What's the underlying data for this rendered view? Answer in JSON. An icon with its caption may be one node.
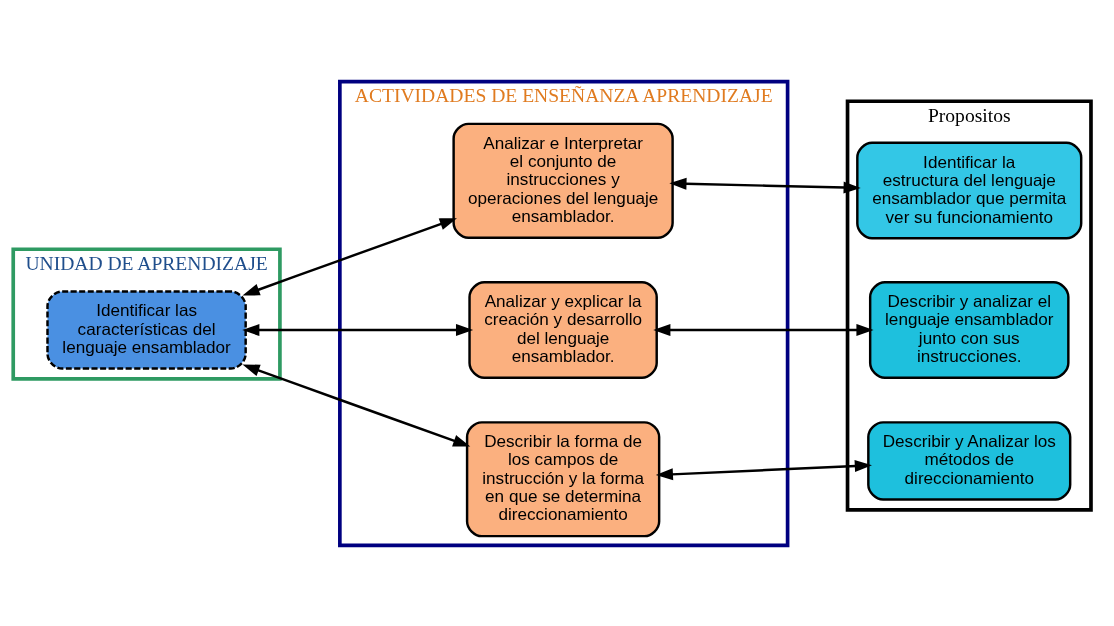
{
  "diagram": {
    "nodes": [
      {
        "text": [
          "UNIDAD DE APRENDIZAJE"
        ]
      },
      {
        "text": [
          "Identificar las características del lenguaje ensamblador"
        ],
        "in": 0
      },
      {
        "text": [
          "ACTIVIDADES DE ENSEÑANZA APRENDIZAJE"
        ]
      },
      {
        "text": [
          "Analizar e Interpretar el conjunto de instrucciones y operaciones del lenguaje ensamblador."
        ],
        "in": 2
      },
      {
        "text": [
          "Analizar y explicar la creación y desarrollo del lenguaje ensamblador."
        ],
        "in": 2
      },
      {
        "text": [
          "Describir la forma de los campos de instrucción y la forma en que se determina direccionamiento"
        ],
        "in": 2
      },
      {
        "text": [
          "Propositos"
        ]
      },
      {
        "text": [
          "Identificar la estructura del lenguaje ensamblador que permita ver su funcionamiento"
        ],
        "in": 6
      },
      {
        "text": [
          "Describir y analizar el lenguaje ensamblador junto con sus instrucciones."
        ],
        "in": 6
      },
      {
        "text": [
          "Describir y Analizar los métodos de direccionamiento"
        ],
        "in": 6
      }
    ],
    "edges": [
      {
        "from": 1,
        "to": 3,
        "arrow": "both"
      },
      {
        "from": 1,
        "to": 4,
        "arrow": "both"
      },
      {
        "from": 1,
        "to": 5,
        "arrow": "both"
      },
      {
        "from": 3,
        "to": 7,
        "arrow": "both"
      },
      {
        "from": 4,
        "to": 8,
        "arrow": "both"
      },
      {
        "from": 5,
        "to": 9,
        "arrow": "both"
      }
    ]
  }
}
